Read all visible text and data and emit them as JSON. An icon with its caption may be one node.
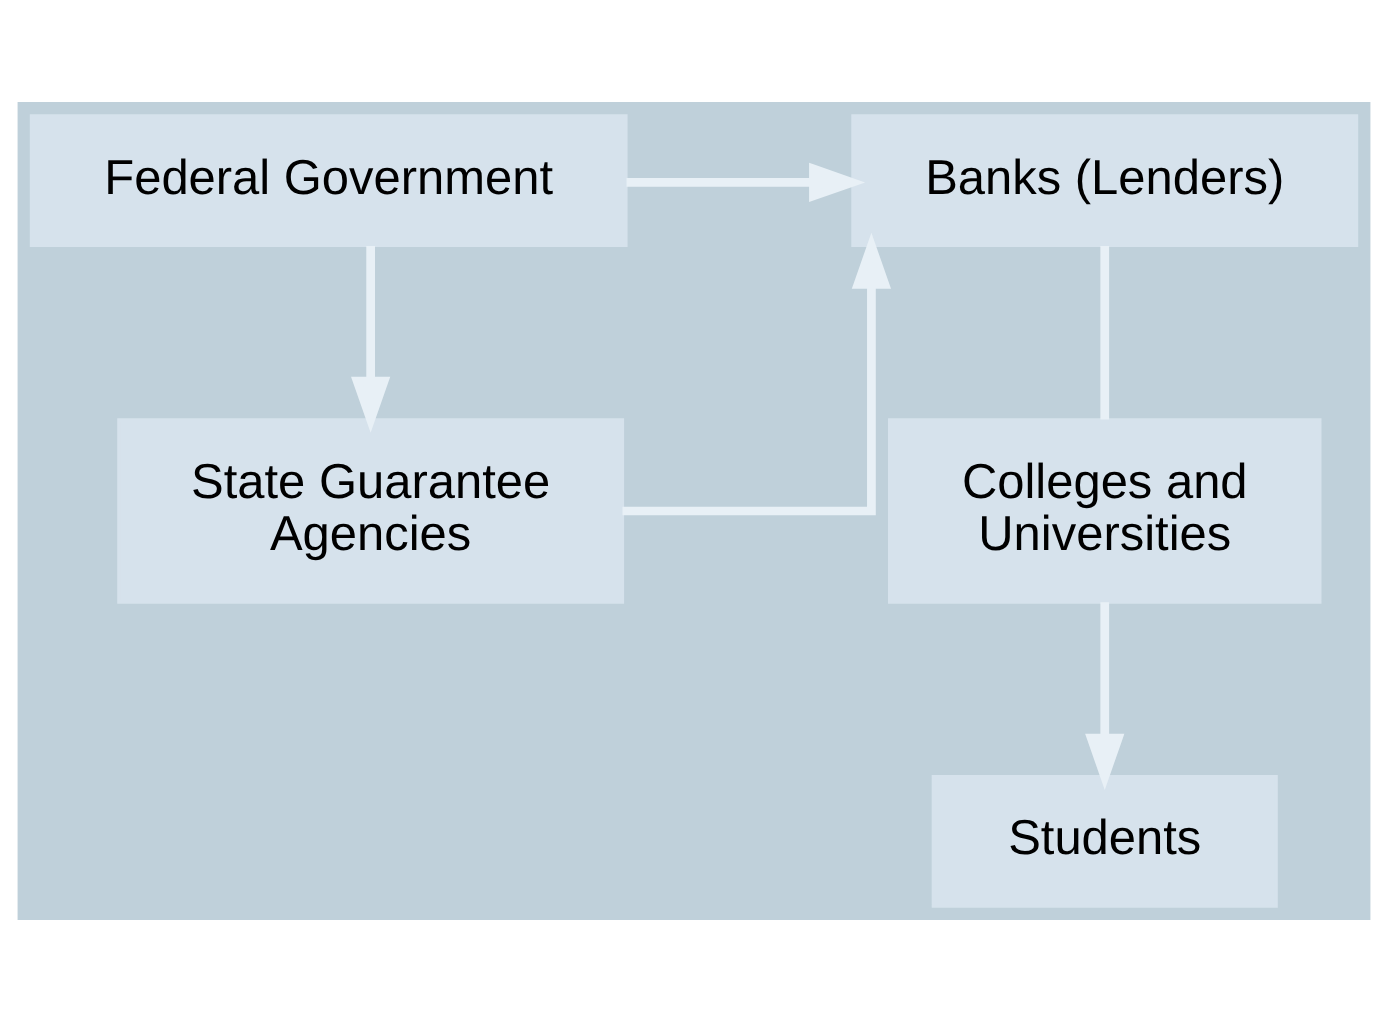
{
  "diagram": {
    "nodes": [
      {
        "text": [
          "Federal Government"
        ]
      },
      {
        "text": [
          "Banks (Lenders)"
        ]
      },
      {
        "text": [
          "State Guarantee Agencies"
        ]
      },
      {
        "text": [
          "Colleges and Universities"
        ]
      },
      {
        "text": [
          "Students"
        ]
      }
    ],
    "edges": [
      {
        "from": 0,
        "to": 1,
        "arrow": "to"
      },
      {
        "from": 0,
        "to": 2,
        "arrow": "to"
      },
      {
        "from": 2,
        "to": 1,
        "arrow": "to"
      },
      {
        "from": 1,
        "to": 3,
        "arrow": "none"
      },
      {
        "from": 3,
        "to": 4,
        "arrow": "to"
      }
    ]
  }
}
